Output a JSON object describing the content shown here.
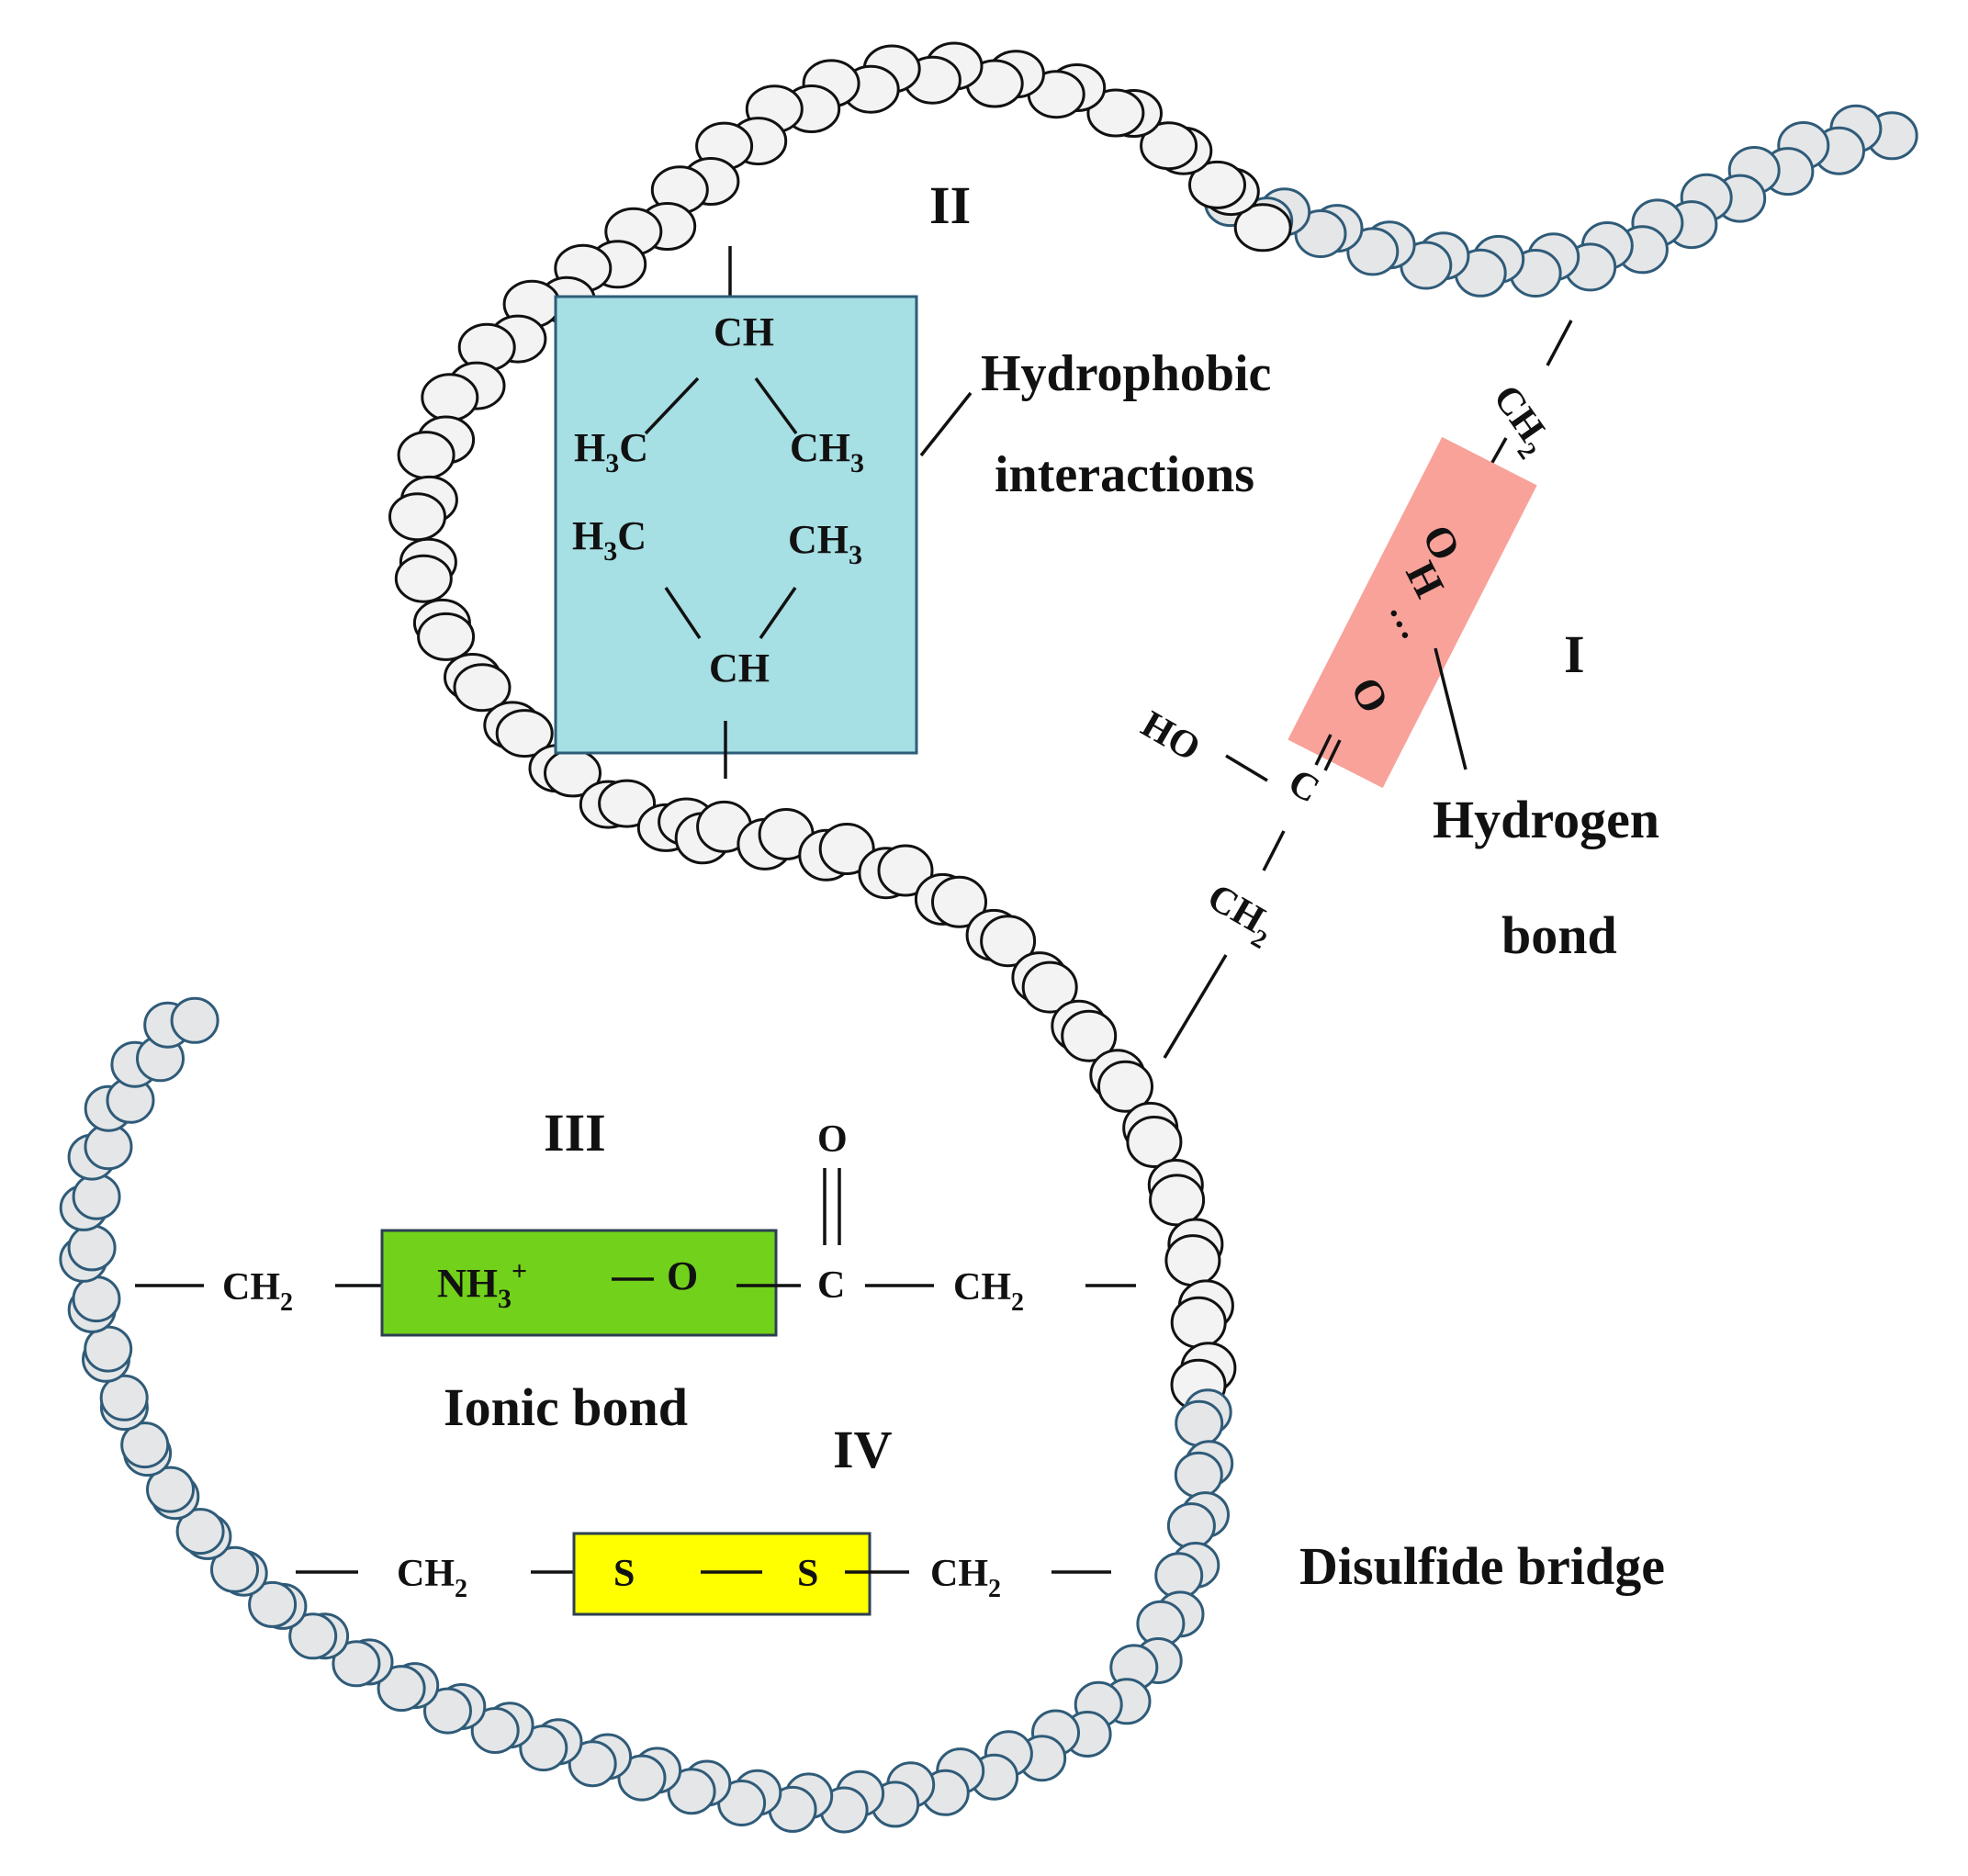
{
  "colors": {
    "hydrophobic_box": "#a6dfe4",
    "hydrogen_box": "#f8a29a",
    "ionic_box": "#72d11b",
    "disulfide_box": "#ffff00",
    "strand_dark": "#111111",
    "strand_blue": "#2f5b78"
  },
  "roman": {
    "I": "I",
    "II": "II",
    "III": "III",
    "IV": "IV"
  },
  "labels": {
    "hydrophobic_1": "Hydrophobic",
    "hydrophobic_2": "interactions",
    "hydrogen_1": "Hydrogen",
    "hydrogen_2": "bond",
    "ionic": "Ionic bond",
    "disulfide": "Disulfide bridge"
  },
  "hydrophobic": {
    "ch_top": "CH",
    "ch_bottom": "CH",
    "h3c_1_main": "H",
    "h3c_1_sub": "3",
    "h3c_1_end": "C",
    "ch3_1_main": "CH",
    "ch3_1_sub": "3",
    "h3c_2_main": "H",
    "h3c_2_sub": "3",
    "h3c_2_end": "C",
    "ch3_2_main": "CH",
    "ch3_2_sub": "3"
  },
  "hydrogen": {
    "ch2_main": "CH",
    "ch2_sub": "2",
    "o_top": "O",
    "h": "H",
    "dots": "···",
    "o_bottom": "O",
    "ho": "HO",
    "c": "C",
    "ch2b_main": "CH",
    "ch2b_sub": "2"
  },
  "ionic": {
    "ch2_left_main": "CH",
    "ch2_left_sub": "2",
    "nh3_main": "NH",
    "nh3_sub": "3",
    "nh3_sup": "+",
    "o_minus": "O",
    "o_top": "O",
    "c": "C",
    "ch2_right_main": "CH",
    "ch2_right_sub": "2"
  },
  "disulfide": {
    "ch2_left_main": "CH",
    "ch2_left_sub": "2",
    "s1": "S",
    "s2": "S",
    "ch2_right_main": "CH",
    "ch2_right_sub": "2"
  }
}
